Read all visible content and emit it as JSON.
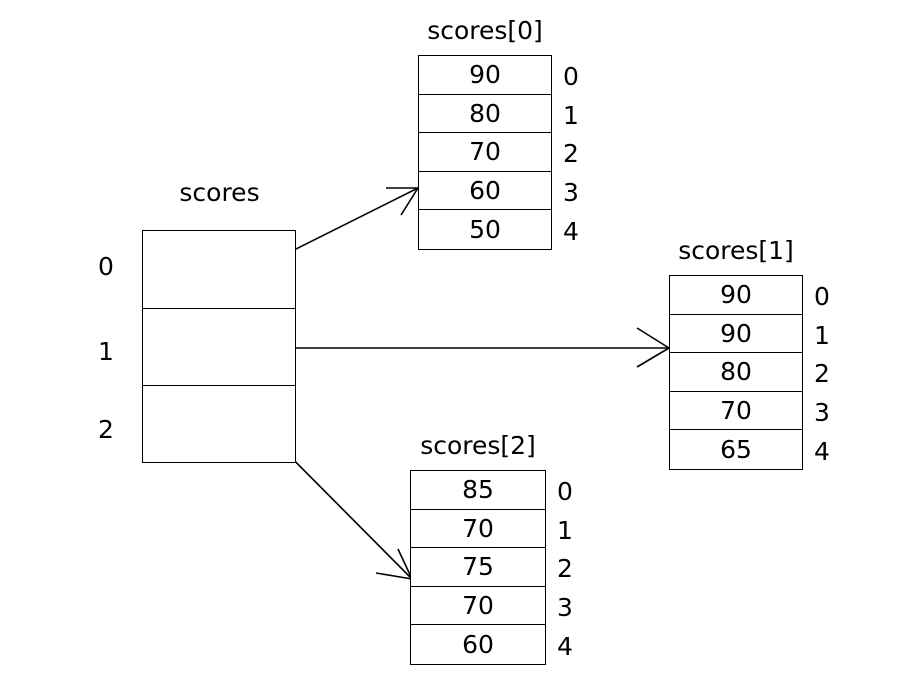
{
  "diagram": {
    "pointer_array": {
      "title": "scores",
      "indices": [
        "0",
        "1",
        "2"
      ],
      "cells": [
        "",
        "",
        ""
      ]
    },
    "arrays": [
      {
        "id": "scores0",
        "title": "scores[0]",
        "values": [
          "90",
          "80",
          "70",
          "60",
          "50"
        ],
        "indices": [
          "0",
          "1",
          "2",
          "3",
          "4"
        ]
      },
      {
        "id": "scores1",
        "title": "scores[1]",
        "values": [
          "90",
          "90",
          "80",
          "70",
          "65"
        ],
        "indices": [
          "0",
          "1",
          "2",
          "3",
          "4"
        ]
      },
      {
        "id": "scores2",
        "title": "scores[2]",
        "values": [
          "85",
          "70",
          "75",
          "70",
          "60"
        ],
        "indices": [
          "0",
          "1",
          "2",
          "3",
          "4"
        ]
      }
    ],
    "colors": {
      "stroke": "#000000",
      "background": "#ffffff",
      "text": "#000000"
    }
  }
}
